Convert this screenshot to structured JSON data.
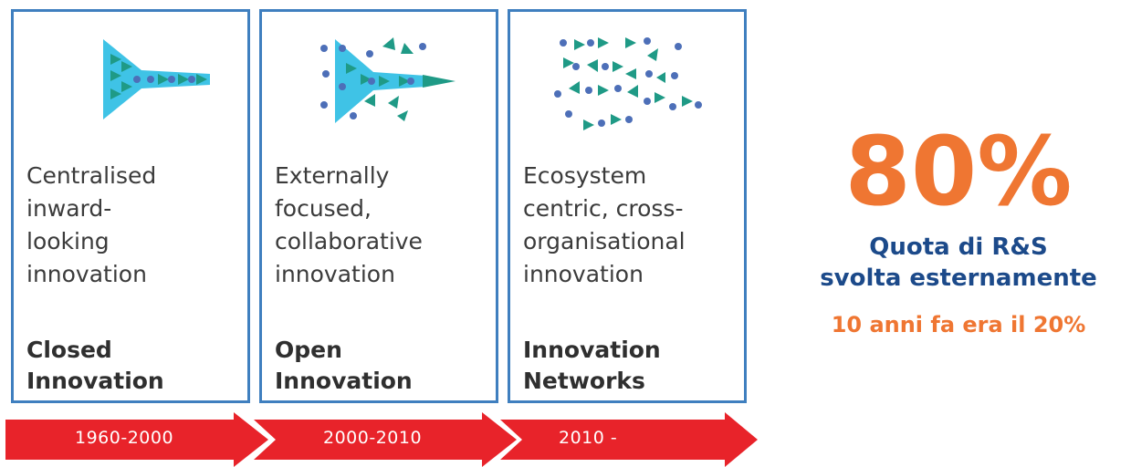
{
  "colors": {
    "panel_border": "#3f7fbf",
    "funnel": "#3fc3e6",
    "arrow_green": "#1f9a86",
    "dot_blue": "#4d6fb8",
    "timeline_red": "#e8232a",
    "highlight_orange": "#ef7632",
    "highlight_blue": "#1c4a8a"
  },
  "panels": [
    {
      "icon": "closed-funnel-icon",
      "description": "Centralised\ninward-\nlooking\ninnovation",
      "model": "Closed\nInnovation",
      "period": "1960-2000"
    },
    {
      "icon": "open-funnel-icon",
      "description": "Externally\nfocused,\ncollaborative\ninnovation",
      "model": "Open\nInnovation",
      "period": "2000-2010"
    },
    {
      "icon": "network-scatter-icon",
      "description": "Ecosystem\ncentric, cross-\norganisational\ninnovation",
      "model": "Innovation\nNetworks",
      "period": "2010 -"
    }
  ],
  "stat": {
    "value": "80%",
    "label": "Quota di R&S\nsvolta esternamente",
    "note": "10 anni fa era il 20%"
  }
}
